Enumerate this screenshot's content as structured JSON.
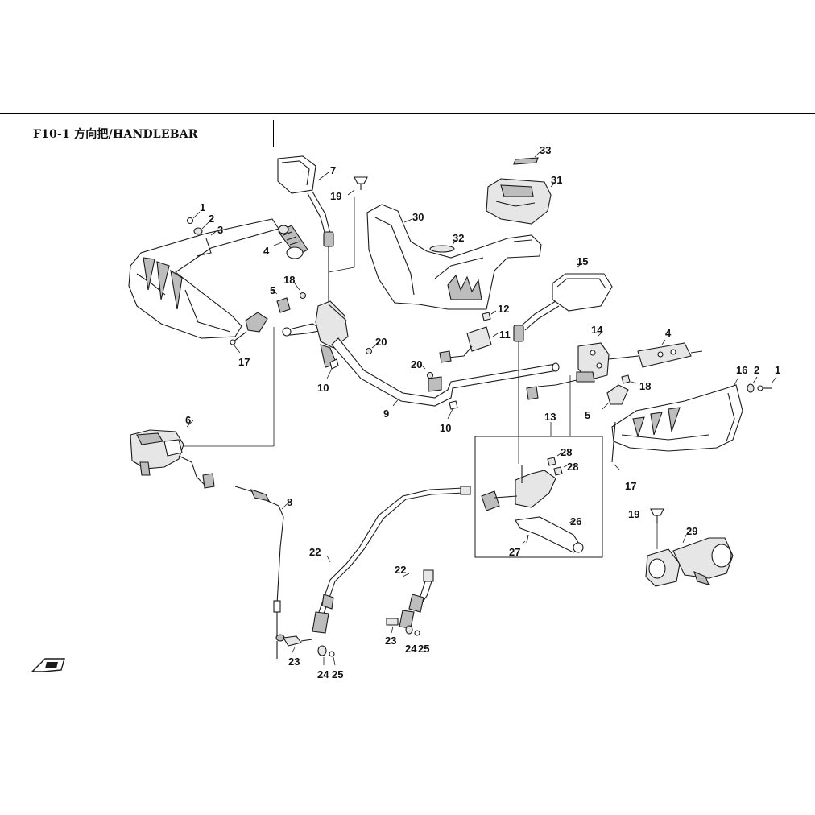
{
  "header": {
    "title": "F10-1 方向把/HANDLEBAR"
  },
  "callouts": [
    {
      "id": "c1a",
      "label": "1"
    },
    {
      "id": "c2a",
      "label": "2"
    },
    {
      "id": "c3",
      "label": "3"
    },
    {
      "id": "c4a",
      "label": "4"
    },
    {
      "id": "c5a",
      "label": "5"
    },
    {
      "id": "c18a",
      "label": "18"
    },
    {
      "id": "c17a",
      "label": "17"
    },
    {
      "id": "c7",
      "label": "7"
    },
    {
      "id": "c19a",
      "label": "19"
    },
    {
      "id": "c30",
      "label": "30"
    },
    {
      "id": "c32",
      "label": "32"
    },
    {
      "id": "c33",
      "label": "33"
    },
    {
      "id": "c31",
      "label": "31"
    },
    {
      "id": "c15",
      "label": "15"
    },
    {
      "id": "c12",
      "label": "12"
    },
    {
      "id": "c11",
      "label": "11"
    },
    {
      "id": "c20a",
      "label": "20"
    },
    {
      "id": "c20b",
      "label": "20"
    },
    {
      "id": "c10a",
      "label": "10"
    },
    {
      "id": "c10b",
      "label": "10"
    },
    {
      "id": "c9",
      "label": "9"
    },
    {
      "id": "c14",
      "label": "14"
    },
    {
      "id": "c4b",
      "label": "4"
    },
    {
      "id": "c16",
      "label": "16"
    },
    {
      "id": "c2b",
      "label": "2"
    },
    {
      "id": "c1b",
      "label": "1"
    },
    {
      "id": "c18b",
      "label": "18"
    },
    {
      "id": "c5b",
      "label": "5"
    },
    {
      "id": "c17b",
      "label": "17"
    },
    {
      "id": "c13",
      "label": "13"
    },
    {
      "id": "c28a",
      "label": "28"
    },
    {
      "id": "c28b",
      "label": "28"
    },
    {
      "id": "c26",
      "label": "26"
    },
    {
      "id": "c27",
      "label": "27"
    },
    {
      "id": "c6",
      "label": "6"
    },
    {
      "id": "c8",
      "label": "8"
    },
    {
      "id": "c22a",
      "label": "22"
    },
    {
      "id": "c22b",
      "label": "22"
    },
    {
      "id": "c23a",
      "label": "23"
    },
    {
      "id": "c24a",
      "label": "24"
    },
    {
      "id": "c25a",
      "label": "25"
    },
    {
      "id": "c23b",
      "label": "23"
    },
    {
      "id": "c24b",
      "label": "24"
    },
    {
      "id": "c25b",
      "label": "25"
    },
    {
      "id": "c19b",
      "label": "19"
    },
    {
      "id": "c29",
      "label": "29"
    }
  ]
}
